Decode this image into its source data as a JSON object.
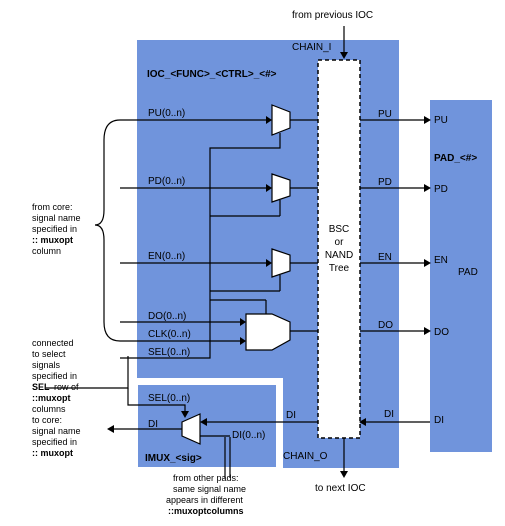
{
  "top": {
    "from_prev": "from previous IOC",
    "chain_i": "CHAIN_I"
  },
  "ioc": {
    "title": "IOC_<FUNC>_<CTRL>_<#>"
  },
  "signals": {
    "pu": "PU(0..n)",
    "pd": "PD(0..n)",
    "en": "EN(0..n)",
    "do": "DO(0..n)",
    "clk": "CLK(0..n)",
    "sel": "SEL(0..n)"
  },
  "bsc": {
    "line1": "BSC",
    "line2": "or",
    "line3": "NAND",
    "line4": "Tree"
  },
  "out": {
    "pu": "PU",
    "pd": "PD",
    "en": "EN",
    "do": "DO",
    "di": "DI"
  },
  "pad": {
    "title": "PAD_<#>",
    "pu": "PU",
    "pd": "PD",
    "en": "EN",
    "label": "PAD",
    "do": "DO",
    "di": "DI"
  },
  "left_core": {
    "l1": "from core:",
    "l2": "signal name",
    "l3": "specified in",
    "l4": ":: muxopt",
    "l5": "column"
  },
  "left_sel": {
    "l1": "connected",
    "l2": "to select",
    "l3": "signals",
    "l4": "specified in",
    "l5": "SEL",
    "l5b": "row of",
    "l6": "::muxopt",
    "l7": "columns"
  },
  "imux": {
    "sel": "SEL(0..n)",
    "di": "DI",
    "di_in": "DI(0..n)",
    "title": "IMUX_<sig>"
  },
  "left_to_core": {
    "l1": "to core:",
    "l2": "signal name",
    "l3": "specified in",
    "l4": ":: muxopt"
  },
  "bottom": {
    "chain_o": "CHAIN_O",
    "to_next": "to next IOC",
    "o1": "from other pads:",
    "o2": "same signal name",
    "o3": "appears in different",
    "o4": "::muxoptcolumns"
  }
}
